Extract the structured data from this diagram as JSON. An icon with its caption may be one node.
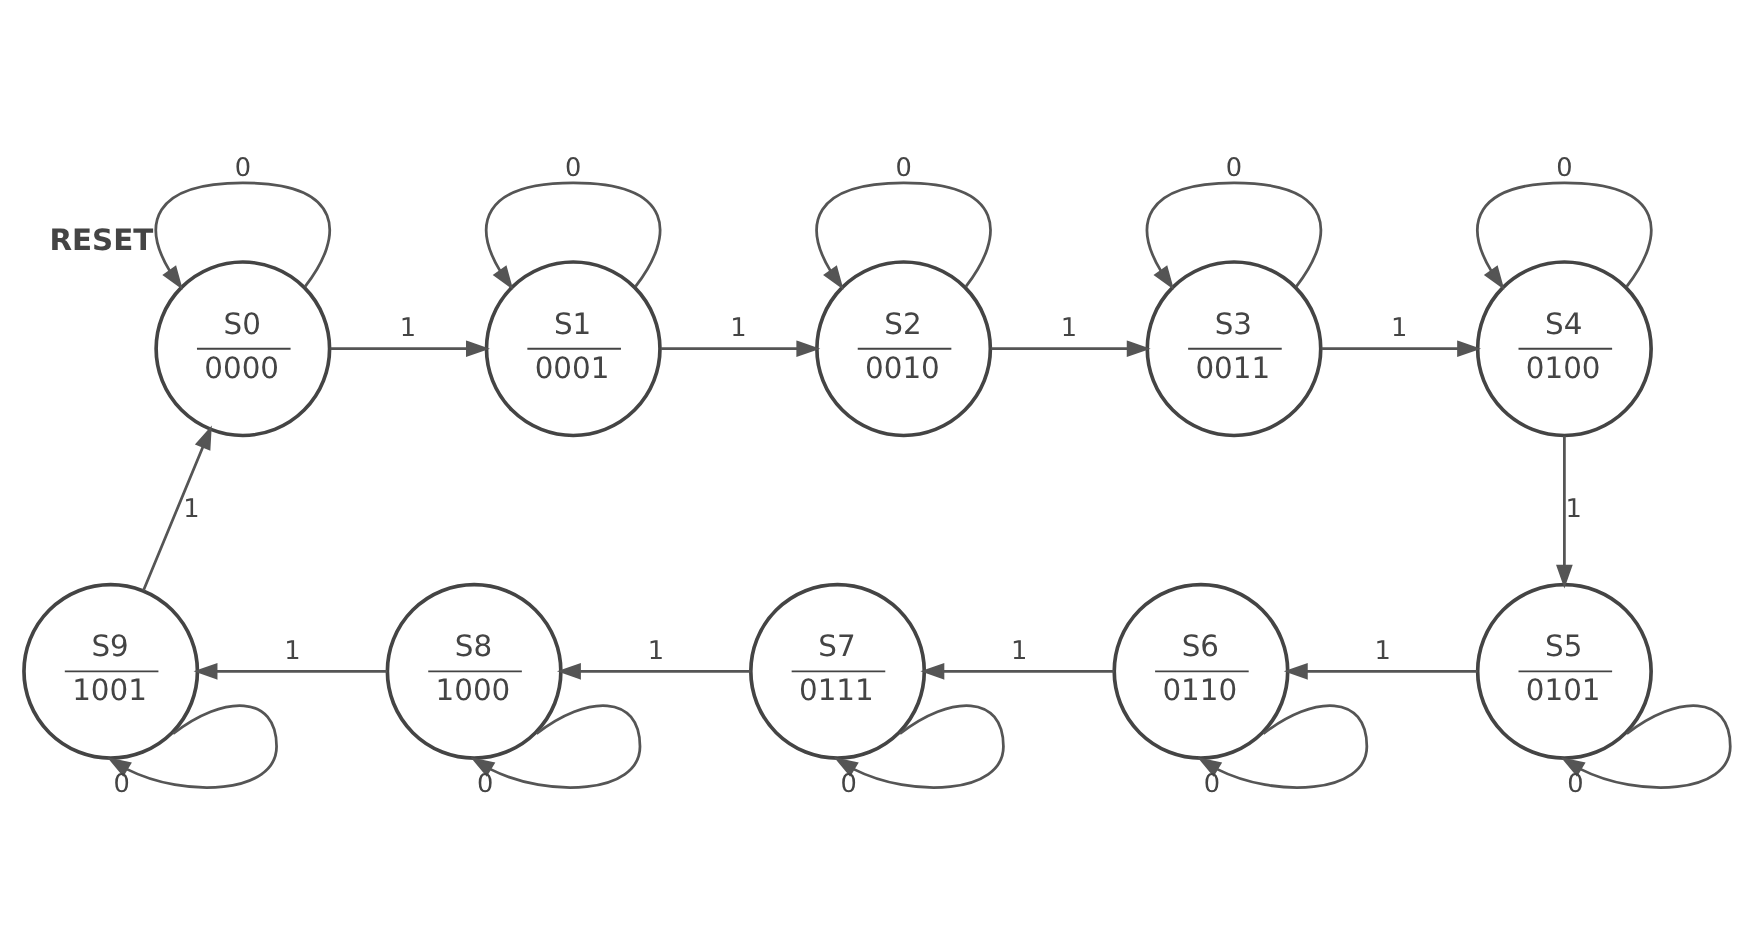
{
  "diagram": {
    "nodes": [
      {
        "text": [
          "S0",
          "0000"
        ],
        "beside": [
          "RESET"
        ]
      },
      {
        "text": [
          "S1",
          "0001"
        ]
      },
      {
        "text": [
          "S2",
          "0010"
        ]
      },
      {
        "text": [
          "S3",
          "0011"
        ]
      },
      {
        "text": [
          "S4",
          "0100"
        ]
      },
      {
        "text": [
          "S5",
          "0101"
        ]
      },
      {
        "text": [
          "S6",
          "0110"
        ]
      },
      {
        "text": [
          "S7",
          "0111"
        ]
      },
      {
        "text": [
          "S8",
          "1000"
        ]
      },
      {
        "text": [
          "S9",
          "1001"
        ]
      }
    ],
    "edges": [
      {
        "from": 0,
        "to": 0,
        "arrow": "to",
        "label": "0"
      },
      {
        "from": 0,
        "to": 1,
        "arrow": "to",
        "label": "1"
      },
      {
        "from": 1,
        "to": 1,
        "arrow": "to",
        "label": "0"
      },
      {
        "from": 1,
        "to": 2,
        "arrow": "to",
        "label": "1"
      },
      {
        "from": 2,
        "to": 2,
        "arrow": "to",
        "label": "0"
      },
      {
        "from": 2,
        "to": 3,
        "arrow": "to",
        "label": "1"
      },
      {
        "from": 3,
        "to": 3,
        "arrow": "to",
        "label": "0"
      },
      {
        "from": 3,
        "to": 4,
        "arrow": "to",
        "label": "1"
      },
      {
        "from": 4,
        "to": 4,
        "arrow": "to",
        "label": "0"
      },
      {
        "from": 4,
        "to": 5,
        "arrow": "to",
        "label": "1"
      },
      {
        "from": 5,
        "to": 5,
        "arrow": "to",
        "label": "0"
      },
      {
        "from": 5,
        "to": 6,
        "arrow": "to",
        "label": "1"
      },
      {
        "from": 6,
        "to": 6,
        "arrow": "to",
        "label": "0"
      },
      {
        "from": 6,
        "to": 7,
        "arrow": "to",
        "label": "1"
      },
      {
        "from": 7,
        "to": 7,
        "arrow": "to",
        "label": "0"
      },
      {
        "from": 7,
        "to": 8,
        "arrow": "to",
        "label": "1"
      },
      {
        "from": 8,
        "to": 8,
        "arrow": "to",
        "label": "0"
      },
      {
        "from": 8,
        "to": 9,
        "arrow": "to",
        "label": "1"
      },
      {
        "from": 9,
        "to": 9,
        "arrow": "to",
        "label": "0"
      },
      {
        "from": 9,
        "to": 0,
        "arrow": "to",
        "label": "1"
      }
    ]
  }
}
